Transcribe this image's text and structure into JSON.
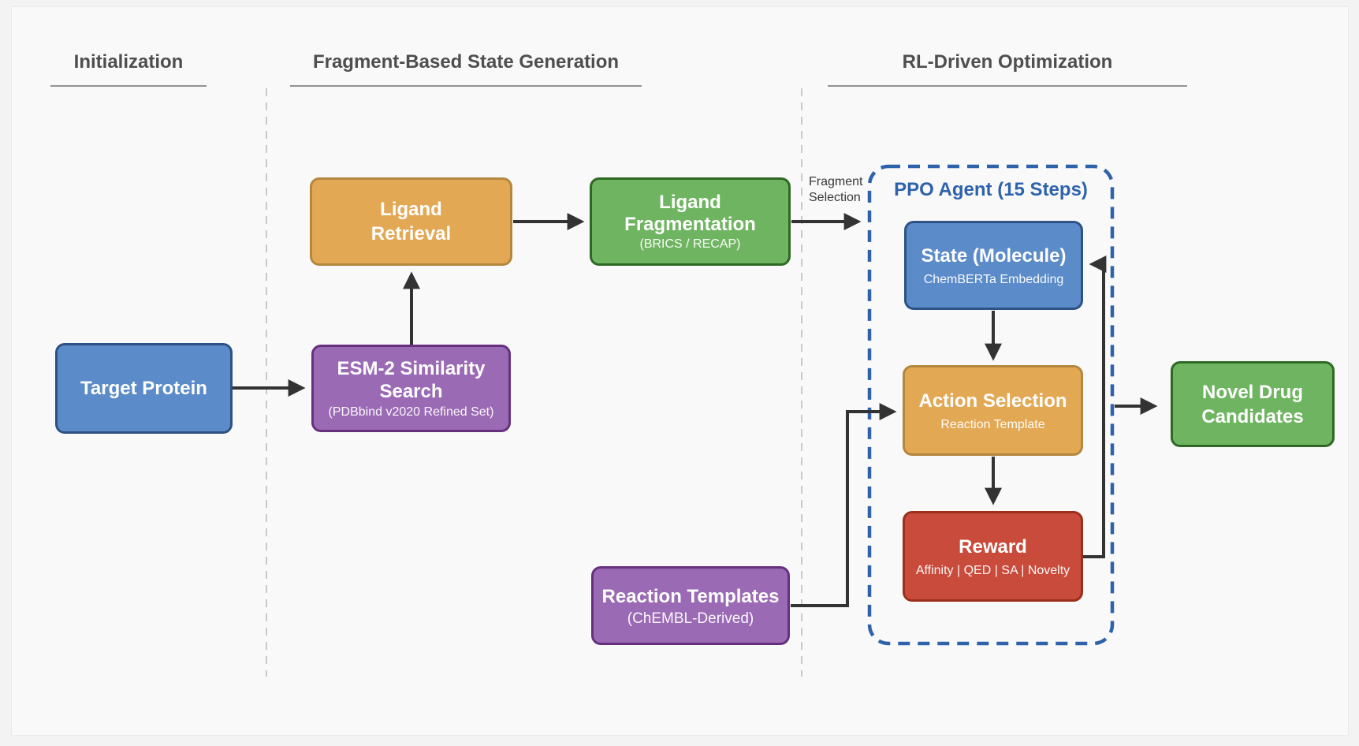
{
  "sections": {
    "initialization": {
      "label": "Initialization"
    },
    "fragment_based": {
      "label": "Fragment-Based State Generation"
    },
    "rl_driven": {
      "label": "RL-Driven Optimization"
    }
  },
  "nodes": {
    "target_protein": {
      "title": "Target Protein"
    },
    "esm2": {
      "title": "ESM-2 Similarity\nSearch",
      "subtitle": "(PDBbind v2020 Refined Set)"
    },
    "ligand_retrieval": {
      "title": "Ligand\nRetrieval"
    },
    "ligand_fragmentation": {
      "title": "Ligand\nFragmentation",
      "subtitle": "(BRICS / RECAP)"
    },
    "reaction_templates": {
      "title": "Reaction Templates",
      "subtitle": "(ChEMBL-Derived)"
    },
    "ppo_agent": {
      "title": "PPO Agent (15 Steps)"
    },
    "state": {
      "title": "State (Molecule)",
      "subtitle": "ChemBERTa Embedding"
    },
    "action_selection": {
      "title": "Action Selection",
      "subtitle": "Reaction Template"
    },
    "reward": {
      "title": "Reward",
      "subtitle": "Affinity | QED | SA | Novelty"
    },
    "novel_drug": {
      "title": "Novel Drug\nCandidates"
    }
  },
  "edge_labels": {
    "fragment_selection": "Fragment\nSelection"
  },
  "colors": {
    "blue_fill": "#5B8BC9",
    "blue_border": "#2E5285",
    "orange_fill": "#E3A854",
    "orange_border": "#B3873E",
    "green_fill": "#6FB561",
    "green_border": "#2F6825",
    "purple_fill": "#9B6AB5",
    "purple_border": "#67307F",
    "red_fill": "#C94B3B",
    "red_border": "#9C2F1C",
    "ppo_accent": "#2E63AC",
    "arrow": "#333333",
    "header_text": "#4E4E4E",
    "divider": "#C9C9C9",
    "canvas_background": "#F9F9F9"
  }
}
